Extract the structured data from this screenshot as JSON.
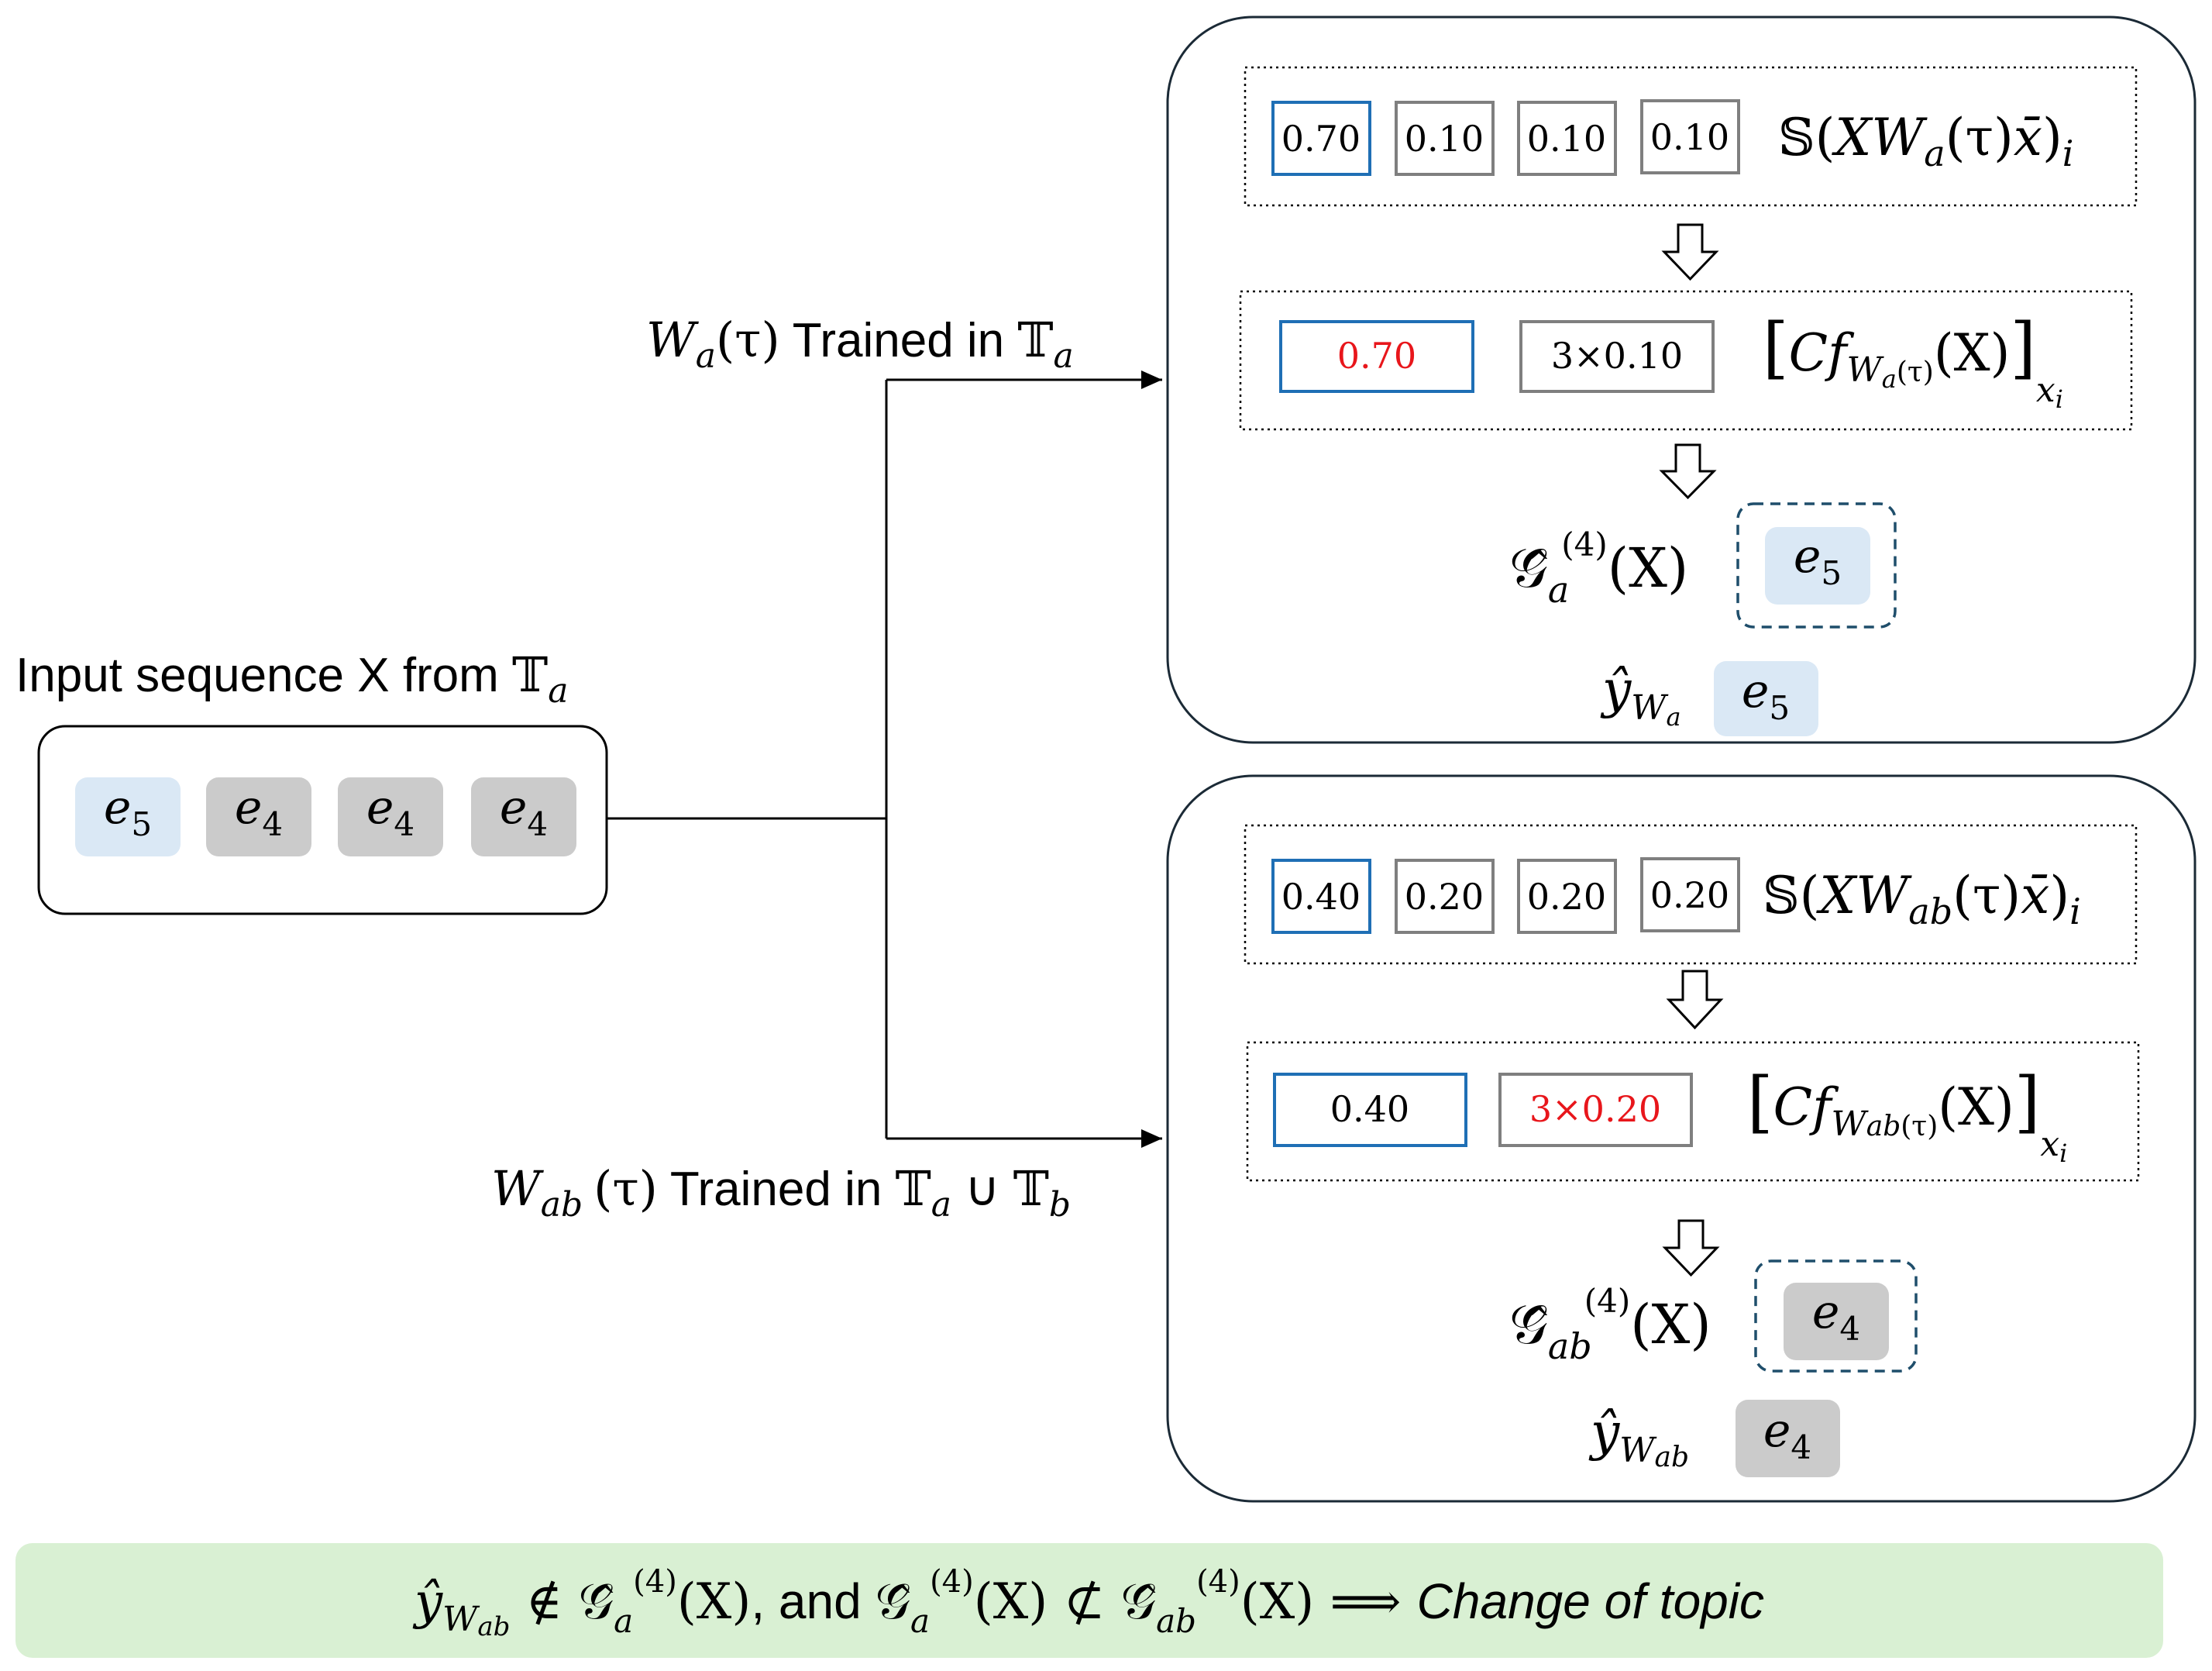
{
  "input": {
    "title_prefix": "Input sequence X from ",
    "title_set": "𝕋",
    "title_sub": "a",
    "tokens": [
      {
        "base": "e",
        "sub": "5",
        "highlight": "blue"
      },
      {
        "base": "e",
        "sub": "4",
        "highlight": "gray"
      },
      {
        "base": "e",
        "sub": "4",
        "highlight": "gray"
      },
      {
        "base": "e",
        "sub": "4",
        "highlight": "gray"
      }
    ]
  },
  "branch_a": {
    "label_W": "W",
    "label_W_sub": "a",
    "label_tau": "(τ)",
    "label_text": " Trained in ",
    "label_set": "𝕋",
    "label_set_sub": "a",
    "softmax_values": [
      "0.70",
      "0.10",
      "0.10",
      "0.10"
    ],
    "softmax_label": {
      "prefix": "𝕊(",
      "X": "X",
      "W": "W",
      "W_sub": "a",
      "tau": "(τ)",
      "xbar": "x̄",
      "close": ")",
      "i": "i"
    },
    "cf_values": [
      "0.70",
      "3×0.10"
    ],
    "cf_label": {
      "lbr": "[",
      "C": "C",
      "f": "f",
      "f_sub": "W",
      "f_sub_sub": "a",
      "f_sub_tau": "(τ)",
      "arg": "(X)",
      "rbr": "]",
      "x": "x",
      "x_sub": "i"
    },
    "G_label": {
      "G": "𝒢̂",
      "sub": "a",
      "sup": "(4)",
      "arg": "(X)"
    },
    "G_token": {
      "base": "e",
      "sub": "5"
    },
    "yhat_label": {
      "y": "ŷ",
      "W": "W",
      "W_sub": "a"
    },
    "yhat_token": {
      "base": "e",
      "sub": "5"
    }
  },
  "branch_ab": {
    "label_W": "W",
    "label_W_sub": "ab",
    "label_tau": "(τ)",
    "label_text": " Trained in ",
    "label_set1": "𝕋",
    "label_set1_sub": "a",
    "label_union": " ∪ ",
    "label_set2": "𝕋",
    "label_set2_sub": "b",
    "softmax_values": [
      "0.40",
      "0.20",
      "0.20",
      "0.20"
    ],
    "softmax_label": {
      "prefix": "𝕊(",
      "X": "X",
      "W": "W",
      "W_sub": "ab",
      "tau": "(τ)",
      "xbar": "x̄",
      "close": ")",
      "i": "i"
    },
    "cf_values": [
      "0.40",
      "3×0.20"
    ],
    "cf_label": {
      "lbr": "[",
      "C": "C",
      "f": "f",
      "f_sub": "W",
      "f_sub_sub": "ab",
      "f_sub_tau": "(τ)",
      "arg": "(X)",
      "rbr": "]",
      "x": "x",
      "x_sub": "i"
    },
    "G_label": {
      "G": "𝒢̂",
      "sub": "ab",
      "sup": "(4)",
      "arg": "(X)"
    },
    "G_token": {
      "base": "e",
      "sub": "4"
    },
    "yhat_label": {
      "y": "ŷ",
      "W": "W",
      "W_sub": "ab"
    },
    "yhat_token": {
      "base": "e",
      "sub": "4"
    }
  },
  "conclusion": {
    "y": "ŷ",
    "y_W": "W",
    "y_W_sub": "ab",
    "notin": " ∉ ",
    "G1": "𝒢̂",
    "G1_sub": "a",
    "G1_sup": "(4)",
    "G1_arg": "(X)",
    "and": ", and ",
    "G2": "𝒢̂",
    "G2_sub": "a",
    "G2_sup": "(4)",
    "G2_arg": "(X)",
    "notsubset": " ⊄ ",
    "G3": "𝒢̂",
    "G3_sub": "ab",
    "G3_sup": "(4)",
    "G3_arg": "(X)",
    "implies": " ⟹ ",
    "result": "Change of topic"
  },
  "colors": {
    "blue_border": "#1f6fb5",
    "gray_border": "#7f7f7f",
    "red_text": "#e8161b",
    "blue_fill": "#dae8f5",
    "gray_fill": "#cbcbcb",
    "panel_border": "#1b2a36",
    "dashed_teal": "#1f4e6b",
    "conclusion_fill": "#d9f0d3"
  }
}
